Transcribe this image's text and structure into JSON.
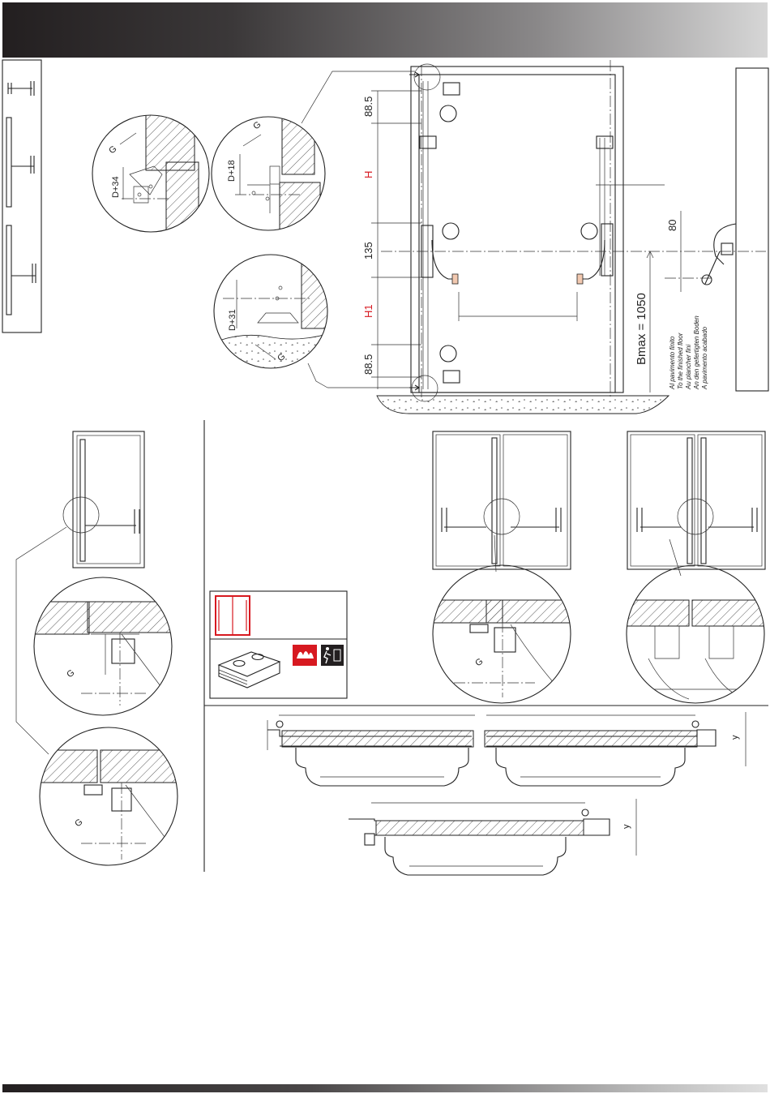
{
  "dimensions": {
    "top_spacing": "88.5",
    "height_label": "H",
    "middle_spacing": "135",
    "lower_height_label": "H1",
    "bottom_spacing": "88.5",
    "offset_80": "80",
    "bmax": "Bmax = 1050",
    "gap_g": "G",
    "detail_top_left": "D+34",
    "detail_top_right": "D+18",
    "detail_bottom": "D+31",
    "y_label": "y"
  },
  "floor_note": [
    "Al pavimento finito",
    "To the finished floor",
    "Au plancher fini",
    "An den gefertigten Boden",
    "A pavimento acabado"
  ],
  "colors": {
    "accent_red": "#d71920",
    "line": "#222222"
  },
  "icons": {
    "double_door": "double-door-red-icon",
    "fire_rated": "fire-rated-red-icon",
    "emergency_exit": "emergency-exit-icon"
  }
}
